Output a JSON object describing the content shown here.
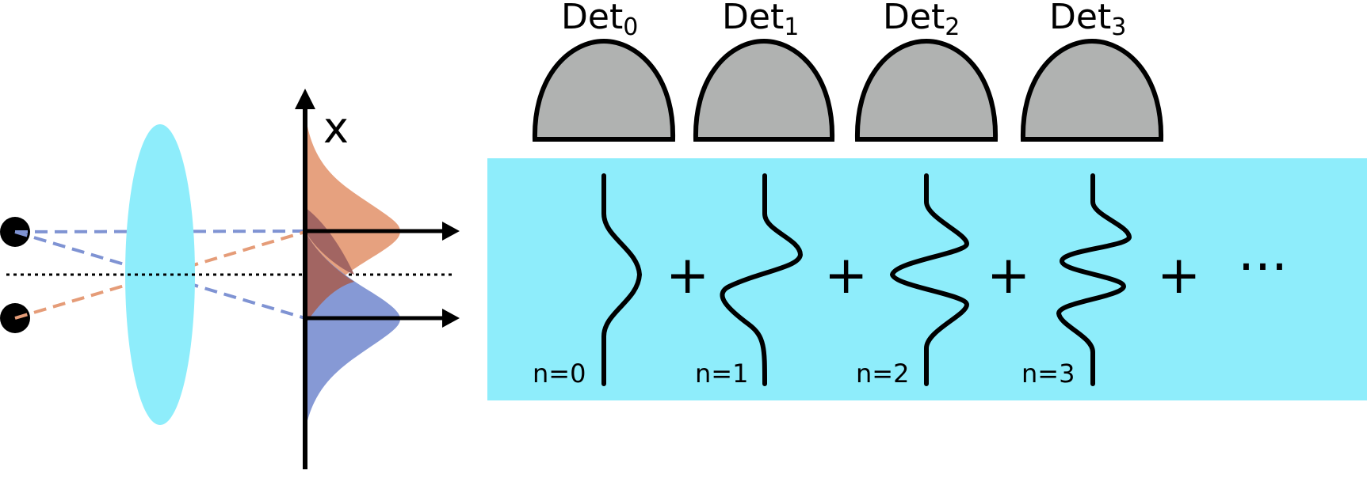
{
  "detectors": [
    {
      "base": "Det",
      "sub": "0"
    },
    {
      "base": "Det",
      "sub": "1"
    },
    {
      "base": "Det",
      "sub": "2"
    },
    {
      "base": "Det",
      "sub": "3"
    }
  ],
  "axis": {
    "label": "x"
  },
  "modes": [
    {
      "label": "n=0"
    },
    {
      "label": "n=1"
    },
    {
      "label": "n=2"
    },
    {
      "label": "n=3"
    }
  ],
  "operators": {
    "plus": "+",
    "ellipsis": "···"
  },
  "colors": {
    "lens": "#8eedfb",
    "panel": "#8eedfb",
    "detector_fill": "#b0b2b1",
    "source_a": "#e59c78",
    "source_b": "#7f93d3",
    "overlap": "#a26562",
    "ink": "#000000"
  }
}
